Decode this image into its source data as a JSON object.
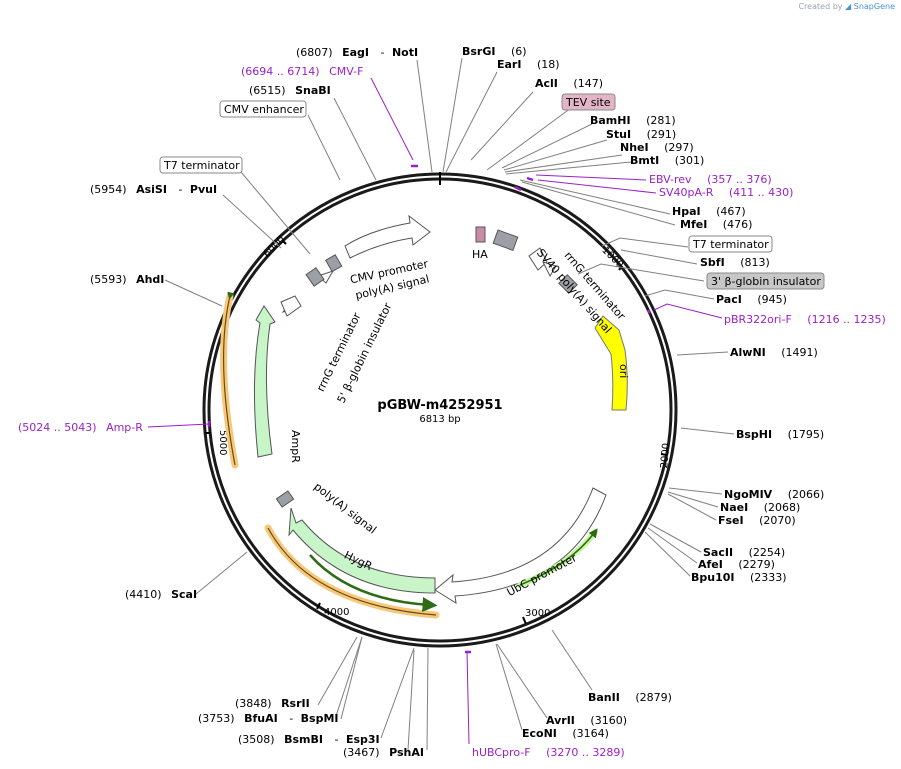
{
  "credit": {
    "prefix": "Created by",
    "brand": "SnapGene"
  },
  "map": {
    "name": "pGBW-m4252951",
    "length": 6813,
    "length_label": "6813 bp",
    "tick_labels": [
      "1000",
      "2000",
      "3000",
      "4000",
      "5000",
      "6000"
    ]
  },
  "enzymes": [
    {
      "id": "eag-not",
      "pos": 6807,
      "names": [
        "EagI",
        "NotI"
      ],
      "label": "(6807)"
    },
    {
      "id": "bsrgi",
      "pos": 6,
      "names": [
        "BsrGI"
      ],
      "label": "(6)"
    },
    {
      "id": "eari",
      "pos": 18,
      "names": [
        "EarI"
      ],
      "label": "(18)"
    },
    {
      "id": "acli",
      "pos": 147,
      "names": [
        "AclI"
      ],
      "label": "(147)"
    },
    {
      "id": "bamhi",
      "pos": 281,
      "names": [
        "BamHI"
      ],
      "label": "(281)"
    },
    {
      "id": "stui",
      "pos": 291,
      "names": [
        "StuI"
      ],
      "label": "(291)"
    },
    {
      "id": "nhei",
      "pos": 297,
      "names": [
        "NheI"
      ],
      "label": "(297)"
    },
    {
      "id": "bmti",
      "pos": 301,
      "names": [
        "BmtI"
      ],
      "label": "(301)"
    },
    {
      "id": "hpai",
      "pos": 467,
      "names": [
        "HpaI"
      ],
      "label": "(467)"
    },
    {
      "id": "mfei",
      "pos": 476,
      "names": [
        "MfeI"
      ],
      "label": "(476)"
    },
    {
      "id": "sbfi",
      "pos": 813,
      "names": [
        "SbfI"
      ],
      "label": "(813)"
    },
    {
      "id": "paci",
      "pos": 945,
      "names": [
        "PacI"
      ],
      "label": "(945)"
    },
    {
      "id": "alwni",
      "pos": 1491,
      "names": [
        "AlwNI"
      ],
      "label": "(1491)"
    },
    {
      "id": "bsphi",
      "pos": 1795,
      "names": [
        "BspHI"
      ],
      "label": "(1795)"
    },
    {
      "id": "ngomiv",
      "pos": 2066,
      "names": [
        "NgoMIV"
      ],
      "label": "(2066)"
    },
    {
      "id": "naei",
      "pos": 2068,
      "names": [
        "NaeI"
      ],
      "label": "(2068)"
    },
    {
      "id": "fsei",
      "pos": 2070,
      "names": [
        "FseI"
      ],
      "label": "(2070)"
    },
    {
      "id": "sacii",
      "pos": 2254,
      "names": [
        "SacII"
      ],
      "label": "(2254)"
    },
    {
      "id": "afei",
      "pos": 2279,
      "names": [
        "AfeI"
      ],
      "label": "(2279)"
    },
    {
      "id": "bpu10i",
      "pos": 2333,
      "names": [
        "Bpu10I"
      ],
      "label": "(2333)"
    },
    {
      "id": "banii",
      "pos": 2879,
      "names": [
        "BanII"
      ],
      "label": "(2879)"
    },
    {
      "id": "avrii",
      "pos": 3160,
      "names": [
        "AvrII"
      ],
      "label": "(3160)"
    },
    {
      "id": "econi",
      "pos": 3164,
      "names": [
        "EcoNI"
      ],
      "label": "(3164)"
    },
    {
      "id": "pshai",
      "pos": 3467,
      "names": [
        "PshAI"
      ],
      "label": "(3467)"
    },
    {
      "id": "bsmbi-esp3i",
      "pos": 3508,
      "names": [
        "BsmBI",
        "Esp3I"
      ],
      "label": "(3508)"
    },
    {
      "id": "bfuai-bspmi",
      "pos": 3753,
      "names": [
        "BfuAI",
        "BspMI"
      ],
      "label": "(3753)"
    },
    {
      "id": "rsrii",
      "pos": 3848,
      "names": [
        "RsrII"
      ],
      "label": "(3848)"
    },
    {
      "id": "scai",
      "pos": 4410,
      "names": [
        "ScaI"
      ],
      "label": "(4410)"
    },
    {
      "id": "ahdi",
      "pos": 5593,
      "names": [
        "AhdI"
      ],
      "label": "(5593)"
    },
    {
      "id": "asisi-pvui",
      "pos": 5954,
      "names": [
        "AsiSI",
        "PvuI"
      ],
      "label": "(5954)"
    },
    {
      "id": "snabi",
      "pos": 6515,
      "names": [
        "SnaBI"
      ],
      "label": "(6515)"
    }
  ],
  "primers": [
    {
      "id": "cmv-f",
      "name": "CMV-F",
      "range": "(6694 .. 6714)"
    },
    {
      "id": "ebv-rev",
      "name": "EBV-rev",
      "range": "(357 .. 376)"
    },
    {
      "id": "sv40pa-r",
      "name": "SV40pA-R",
      "range": "(411 .. 430)"
    },
    {
      "id": "pbr322ori-f",
      "name": "pBR322ori-F",
      "range": "(1216 .. 1235)"
    },
    {
      "id": "amp-r",
      "name": "Amp-R",
      "range": "(5024 .. 5043)"
    },
    {
      "id": "hubcpro-f",
      "name": "hUBCpro-F",
      "range": "(3270 .. 3289)"
    }
  ],
  "boxed_labels": [
    {
      "id": "cmv-enhancer",
      "text": "CMV enhancer",
      "fill": "#ffffff"
    },
    {
      "id": "t7-terminator-left",
      "text": "T7 terminator",
      "fill": "#ffffff"
    },
    {
      "id": "tev-site",
      "text": "TEV site",
      "fill": "#e3b6c7"
    },
    {
      "id": "t7-terminator-right",
      "text": "T7 terminator",
      "fill": "#ffffff"
    },
    {
      "id": "b-globin-3",
      "text": "3' β-globin insulator",
      "fill": "#c7c7c7"
    }
  ],
  "features": [
    {
      "id": "cmv-promoter",
      "text": "CMV promoter"
    },
    {
      "id": "polya-top",
      "text": "poly(A) signal"
    },
    {
      "id": "rrng-left",
      "text": "rrnG terminator"
    },
    {
      "id": "b-globin-5",
      "text": "5' β-globin insulator"
    },
    {
      "id": "ha",
      "text": "HA"
    },
    {
      "id": "sv40-polya",
      "text": "SV40 poly(A) signal"
    },
    {
      "id": "rrng-right",
      "text": "rrnG terminator"
    },
    {
      "id": "ori",
      "text": "ori"
    },
    {
      "id": "ampr",
      "text": "AmpR"
    },
    {
      "id": "polya-bottom",
      "text": "poly(A) signal"
    },
    {
      "id": "hygr",
      "text": "HygR"
    },
    {
      "id": "ubc-promoter",
      "text": "UbC promoter"
    }
  ],
  "colors": {
    "primer": "#9b1fc9",
    "ori": "#ffff00",
    "resistance": "#c8f5c8",
    "orf_highlight": "#f5c87a",
    "backbone": "#1a1a1a"
  }
}
